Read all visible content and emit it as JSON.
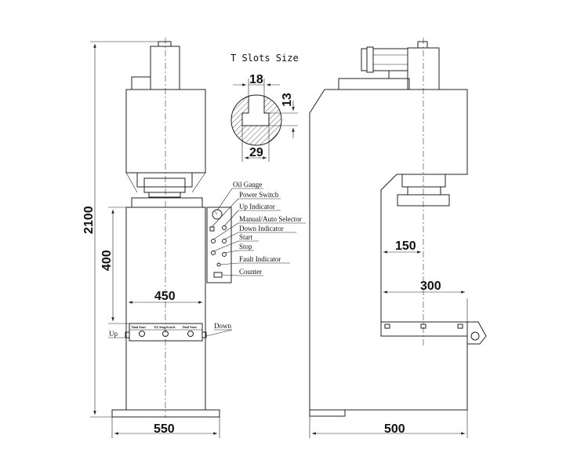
{
  "tslot": {
    "title": "T Slots Size",
    "dim_top": "18",
    "dim_side": "13",
    "dim_bottom": "29"
  },
  "front_view": {
    "dim_height_total": "2100",
    "dim_height_table": "400",
    "dim_throat_width": "450",
    "dim_base_width": "550",
    "label_up": "Up",
    "label_down": "Down",
    "panel_buttons": [
      "Dual Start",
      "EL Stop Switch",
      "Dual Start"
    ]
  },
  "control_panel": {
    "labels": [
      "Oil Gauge",
      "Power Switch",
      "Up Indicator",
      "Manual/Auto Selector",
      "Down Indicator",
      "Start",
      "Stop",
      "Fault Indicator",
      "Counter"
    ]
  },
  "side_view": {
    "dim_throat_depth": "150",
    "dim_table_depth": "300",
    "dim_base_depth": "500"
  }
}
